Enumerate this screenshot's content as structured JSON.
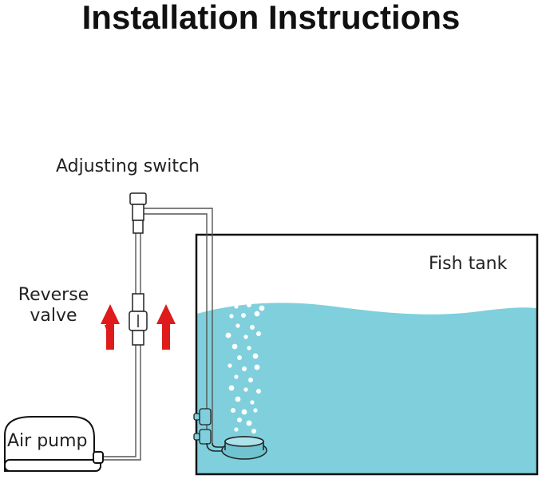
{
  "title": "Installation Instructions",
  "labels": {
    "adjusting_switch": "Adjusting switch",
    "reverse_valve": "Reverse\nvalve",
    "fish_tank": "Fish tank",
    "air_pump": "Air pump"
  },
  "colors": {
    "water": "#7fd0dc",
    "arrow": "#e01b1b",
    "outline": "#111111",
    "bubble": "#ffffff"
  },
  "icons": [
    "up-arrow-icon",
    "air-pump-icon",
    "air-stone-icon",
    "check-valve-icon",
    "control-valve-icon"
  ]
}
